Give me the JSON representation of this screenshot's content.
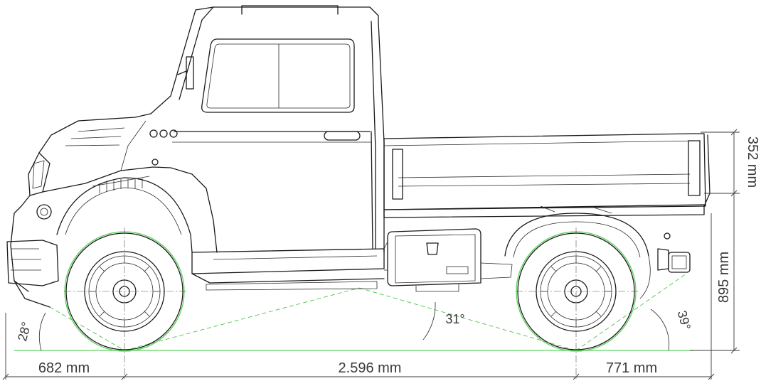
{
  "dimensions": {
    "front_overhang": "682 mm",
    "wheelbase": "2.596 mm",
    "rear_overhang": "771 mm",
    "bed_height": "352 mm",
    "bed_floor_height": "895 mm"
  },
  "angles": {
    "approach": "28°",
    "breakover": "31°",
    "departure": "39°"
  },
  "colors": {
    "line": "#1a1a1a",
    "dimension": "#3a3a3a",
    "ground_reference": "#5fd35f"
  }
}
